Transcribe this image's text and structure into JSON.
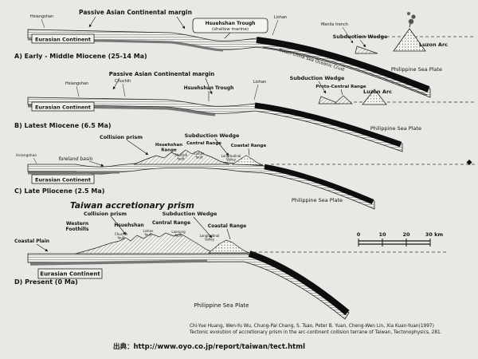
{
  "figure": {
    "title": "Taiwan accretionary prism",
    "scalebar": {
      "t0": "0",
      "t1": "10",
      "t2": "20",
      "t3": "30 km"
    },
    "citation_line1": "Chi-Yue Huang, Wen-Yu Wu, Chung-Pai Chang, S. Tsao, Peter B. Yuan, Cheng-Wen Lin, Xia Kuan-Yuan(1997)",
    "citation_line2": "Tectonic evolution of accretionary prism in the arc-continent collision terrane of Taiwan, Tectonophysics, 281.",
    "source": "出典：http://www.oyo.co.jp/report/taiwan/tect.html"
  },
  "panels": {
    "a": {
      "caption": "A) Early - Middle Miocene (25-14 Ma)",
      "passive_margin": "Passive Asian Continental margin",
      "place_left": "Hsiangshan",
      "trough_line1": "Hsuehshan Trough",
      "trough_line2": "(shallow marine)",
      "lishan": "Lishan",
      "manila_trench": "Manila trench",
      "eurasian": "Eurasian Continent",
      "subduction_wedge": "Subduction Wedge",
      "luzon_arc": "Luzon Arc",
      "slab_label": "South China Sea Oceanic Crust",
      "philippine_plate": "Philippine Sea Plate"
    },
    "b": {
      "caption": "B) Latest Miocene (6.5 Ma)",
      "passive_margin": "Passive Asian Continental margin",
      "place_left": "Hsiangshan",
      "chuchih": "Chuchih",
      "trough": "Hsuehshan Trough",
      "lishan": "Lishan",
      "subduction_wedge": "Subduction Wedge",
      "proto_central_range": "Proto-Central Range",
      "luzon_arc": "Luzon Arc",
      "eurasian": "Eurasian Continent",
      "philippine_plate": "Philippine Sea Plate"
    },
    "c": {
      "caption": "C) Late Pliocene (2.5 Ma)",
      "collision_prism": "Collision prism",
      "subduction_wedge": "Subduction Wedge",
      "hsuehshan_range_line1": "Hsuehshan",
      "hsuehshan_range_line2": "Range",
      "central_range": "Central Range",
      "coastal_range": "Coastal Range",
      "foreland_basin": "foreland basin",
      "place_left": "Hsiangshan",
      "chuchih_fault_line1": "Chuchih",
      "chuchih_fault_line2": "fault",
      "lishan_fault_line1": "Lishan",
      "lishan_fault_line2": "fault",
      "longitudinal_line1": "Longitudinal",
      "longitudinal_line2": "Valley",
      "eurasian": "Eurasian Continent",
      "philippine_plate": "Philippine Sea Plate"
    },
    "d": {
      "caption": "D) Present (0 Ma)",
      "collision_prism": "Collision prism",
      "subduction_wedge": "Subduction Wedge",
      "western_foothills_line1": "Western",
      "western_foothills_line2": "Foothills",
      "hsuehshan": "Hsuehshan",
      "central_range": "Central Range",
      "coastal_range": "Coastal Range",
      "coastal_plain": "Coastal Plain",
      "chuchih_fault_line1": "Chuchih",
      "chuchih_fault_line2": "fault",
      "lishan_fault_line1": "Lishan",
      "lishan_fault_line2": "fault",
      "laonung_fault_line1": "Laonung",
      "laonung_fault_line2": "fault",
      "longitudinal_line1": "Longitudinal",
      "longitudinal_line2": "Valley",
      "eurasian": "Eurasian Continent",
      "philippine_plate": "Philippine Sea Plate"
    }
  }
}
